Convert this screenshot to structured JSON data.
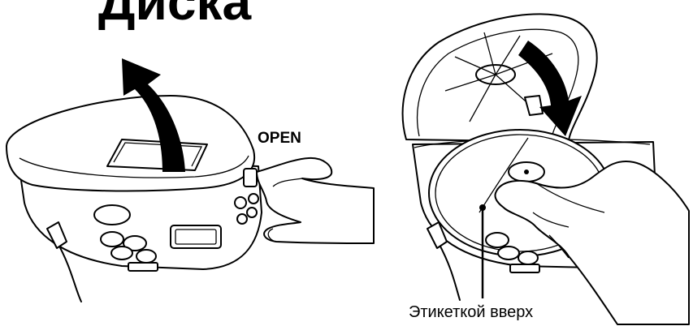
{
  "page": {
    "title": "Диска",
    "open_label": "OPEN",
    "caption": "Этикеткой вверх"
  },
  "icons": {
    "open_arrow": "curved-up-arrow-icon",
    "close_arrow": "curved-down-arrow-icon"
  },
  "colors": {
    "ink": "#000000",
    "paper": "#ffffff"
  }
}
